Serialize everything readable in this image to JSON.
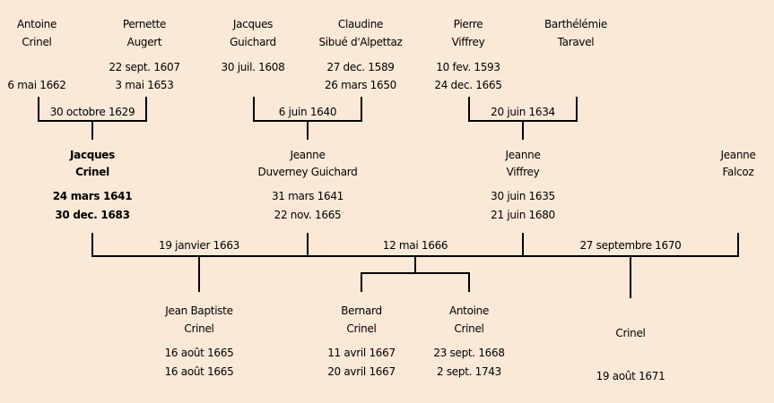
{
  "grandparents": [
    {
      "first": "Antoine",
      "last": "Crinel",
      "birth": "",
      "death": "6 mai 1662"
    },
    {
      "first": "Pernette",
      "last": "Augert",
      "birth": "22 sept. 1607",
      "death": "3 mai 1653"
    },
    {
      "first": "Jacques",
      "last": "Guichard",
      "birth": "30 juil. 1608",
      "death": ""
    },
    {
      "first": "Claudine",
      "last": "Sibué d'Alpettaz",
      "birth": "27 dec. 1589",
      "death": "26 mars 1650"
    },
    {
      "first": "Pierre",
      "last": "Viffrey",
      "birth": "10 fev. 1593",
      "death": "24 dec. 1665"
    },
    {
      "first": "Barthélémie",
      "last": "Taravel",
      "birth": "",
      "death": ""
    }
  ],
  "grandparent_marriages": [
    "30 octobre 1629",
    "6 juin 1640",
    "20 juin 1634"
  ],
  "parents": [
    {
      "first": "Jacques",
      "last": "Crinel",
      "birth": "24 mars 1641",
      "death": "30 dec. 1683"
    },
    {
      "first": "Jeanne",
      "last": "Duverney Guichard",
      "birth": "31 mars 1641",
      "death": "22 nov. 1665"
    },
    {
      "first": "Jeanne",
      "last": "Viffrey",
      "birth": "30 juin 1635",
      "death": "21 juin 1680"
    },
    {
      "first": "Jeanne",
      "last": "Falcoz",
      "birth": "",
      "death": ""
    }
  ],
  "parent_marriages": [
    "19 janvier 1663",
    "12 mai 1666",
    "27 septembre 1670"
  ],
  "children": [
    {
      "first": "Jean Baptiste",
      "last": "Crinel",
      "birth": "16 août 1665",
      "death": "16 août 1665"
    },
    {
      "first": "Bernard",
      "last": "Crinel",
      "birth": "11 avril 1667",
      "death": "20 avril 1667"
    },
    {
      "first": "Antoine",
      "last": "Crinel",
      "birth": "23 sept. 1668",
      "death": "2 sept. 1743"
    },
    {
      "first": "",
      "last": "Crinel",
      "birth": "",
      "death": "19 août 1671"
    }
  ]
}
